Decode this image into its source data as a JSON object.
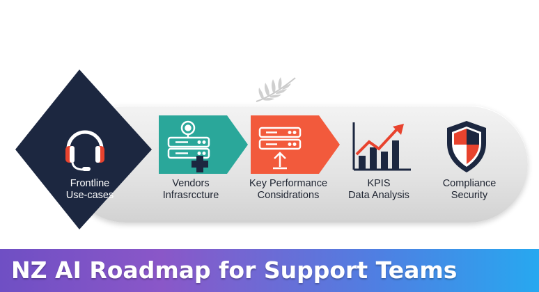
{
  "diagram": {
    "stages": [
      {
        "id": "frontline",
        "line1": "Frontline",
        "line2": "Use-cases",
        "icon": "headset-icon"
      },
      {
        "id": "vendors",
        "line1": "Vendors",
        "line2": "Infrasrccture",
        "icon": "server-network-icon"
      },
      {
        "id": "kpc",
        "line1": "Key Performance",
        "line2": "Considrations",
        "icon": "server-upload-icon"
      },
      {
        "id": "kpis",
        "line1": "KPIS",
        "line2": "Data Analysis",
        "icon": "bar-chart-growth-icon"
      },
      {
        "id": "compliance",
        "line1": "Compliance",
        "line2": "Security",
        "icon": "shield-icon"
      }
    ],
    "decoration": {
      "icon": "silver-fern-icon"
    }
  },
  "banner": {
    "title": "NZ AI Roadmap for Support Teams"
  },
  "colors": {
    "navy": "#1c2740",
    "teal": "#2aa79a",
    "coral": "#f25a3c",
    "red": "#e8432e",
    "banner_start": "#6f4fc4",
    "banner_end": "#27a8f0"
  }
}
